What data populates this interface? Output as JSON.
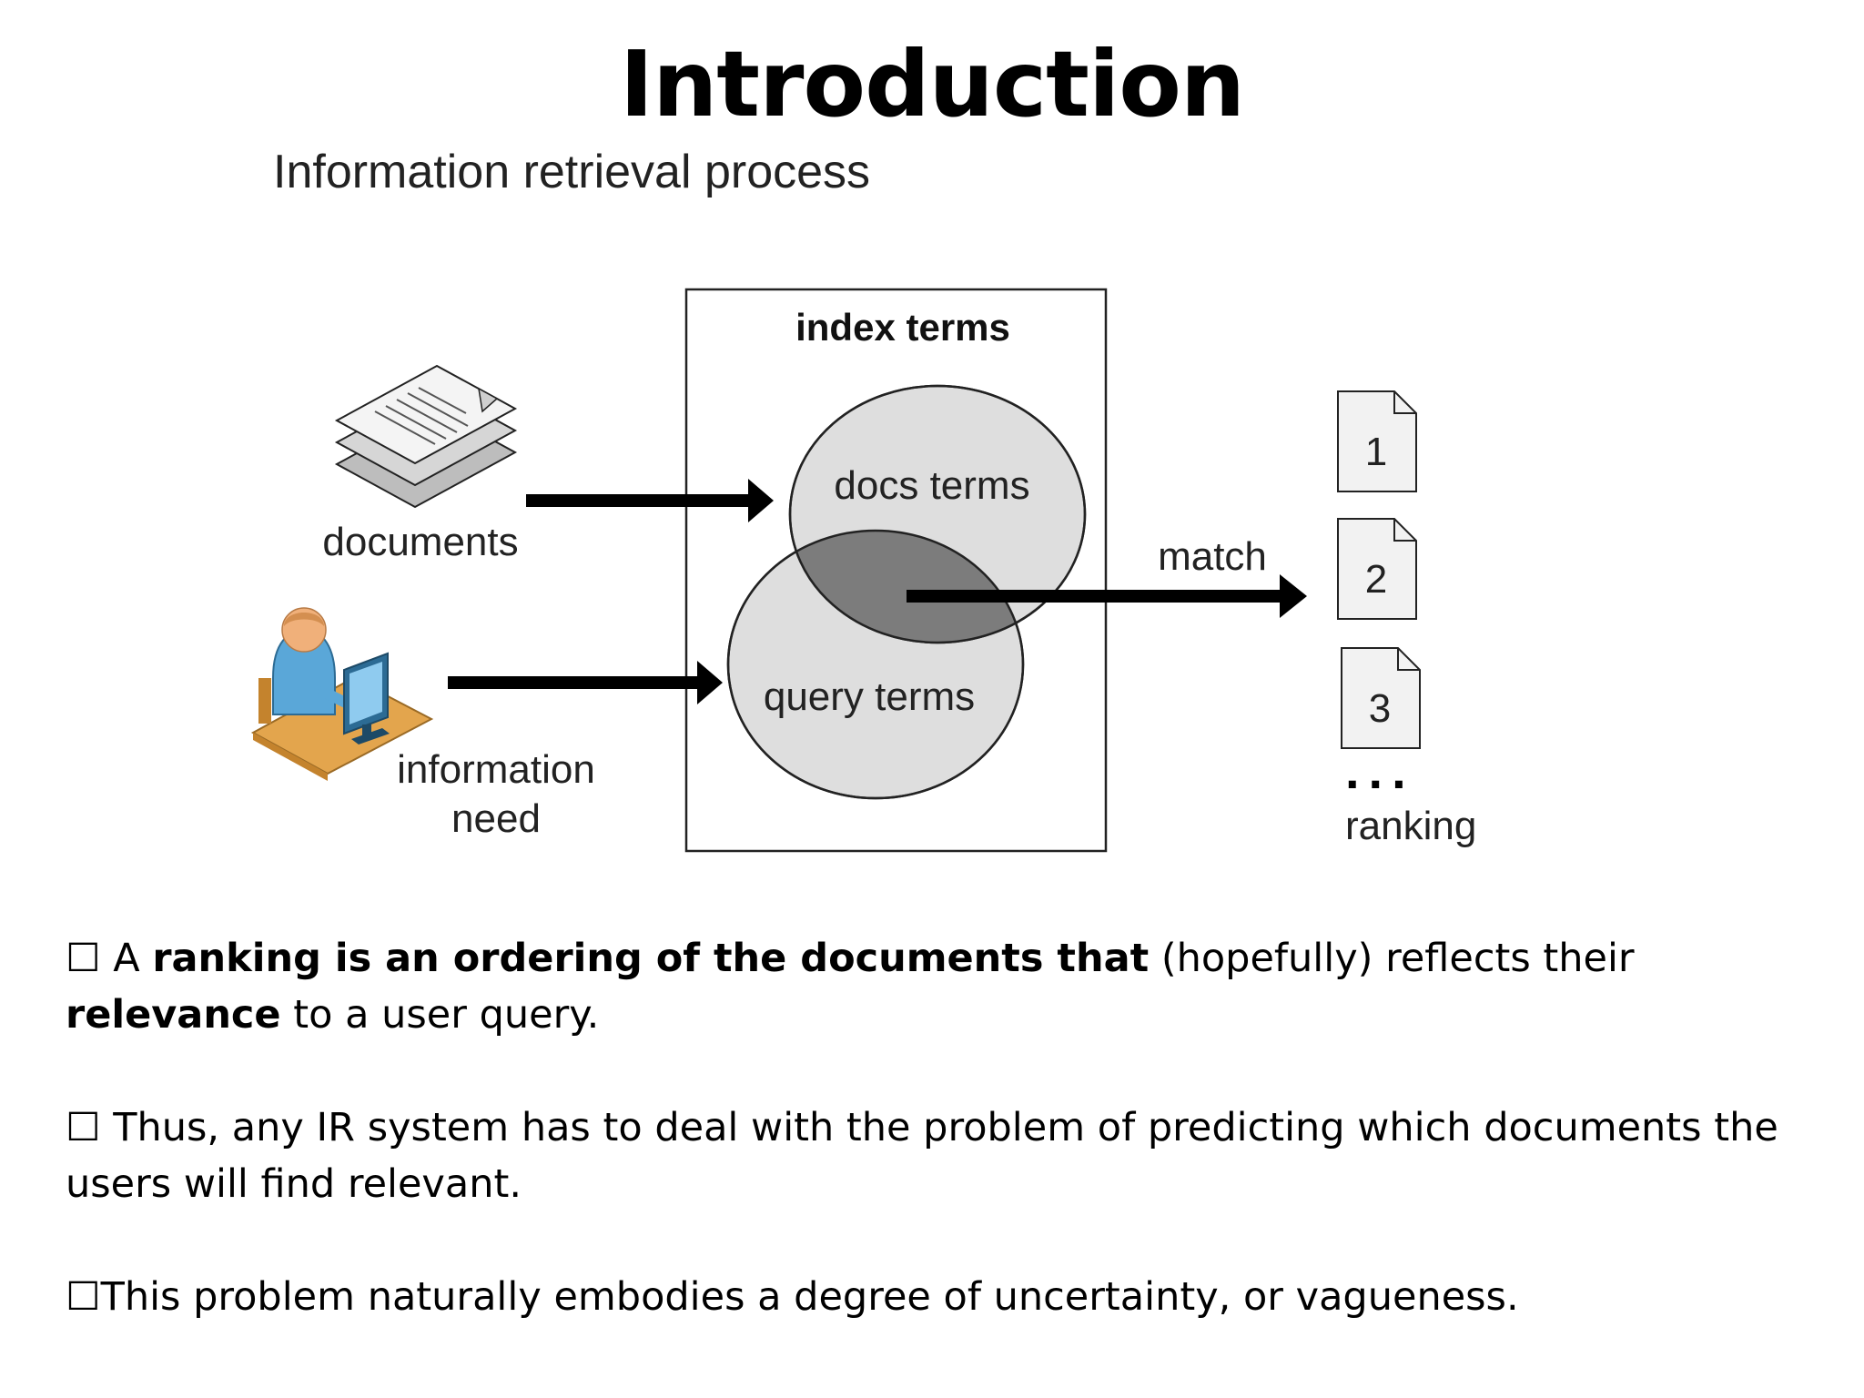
{
  "slide": {
    "title": "Introduction"
  },
  "diagram": {
    "heading": "Information retrieval process",
    "box_title": "index terms",
    "docs_terms": "docs terms",
    "query_terms": "query terms",
    "documents_label": "documents",
    "info_need_line1": "information",
    "info_need_line2": "need",
    "match_label": "match",
    "rank_pages": [
      "1",
      "2",
      "3"
    ],
    "ellipsis": "...",
    "ranking_label": "ranking"
  },
  "bullets": [
    {
      "marker": "☐",
      "pre": " A ",
      "bold1": "ranking is an ordering of the documents that",
      "mid": " (hopefully) reflects their ",
      "bold2": "relevance",
      "post": " to a user query."
    },
    {
      "marker": "☐",
      "text": " Thus, any IR system has to deal with the problem of predicting which documents the users will find relevant."
    },
    {
      "marker": "☐",
      "text": "This problem naturally embodies a degree of uncertainty, or vagueness."
    }
  ],
  "colors": {
    "circle_fill": "#dedede",
    "overlap_fill": "#7c7c7c",
    "arrow": "#000000",
    "page_fill": "#f2f2f2",
    "desk": "#e3a54d",
    "person_body": "#5aa7d8",
    "skin": "#f0b07a"
  }
}
